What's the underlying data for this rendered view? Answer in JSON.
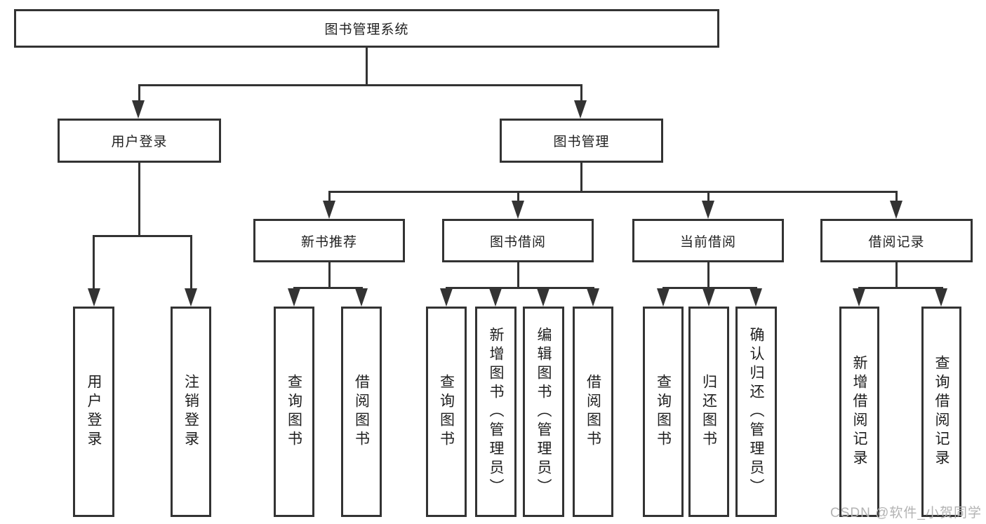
{
  "tree": {
    "root": "图书管理系统",
    "level2": [
      "用户登录",
      "图书管理"
    ],
    "user_login_children": [
      "用户登录",
      "注销登录"
    ],
    "book_management_children": [
      "新书推荐",
      "图书借阅",
      "当前借阅",
      "借阅记录"
    ],
    "new_book_children": [
      "查询图书",
      "借阅图书"
    ],
    "borrow_children": [
      "查询图书",
      "新增图书（管理员）",
      "编辑图书（管理员）",
      "借阅图书"
    ],
    "current_children": [
      "查询图书",
      "归还图书",
      "确认归还（管理员）"
    ],
    "record_children": [
      "新增借阅记录",
      "查询借阅记录"
    ]
  },
  "watermark": "CSDN @软件_小贺同学",
  "colors": {
    "line": "#333333",
    "box_border": "#333333",
    "text": "#1f1f1f",
    "watermark": "#b3b3b3",
    "background": "#ffffff"
  }
}
